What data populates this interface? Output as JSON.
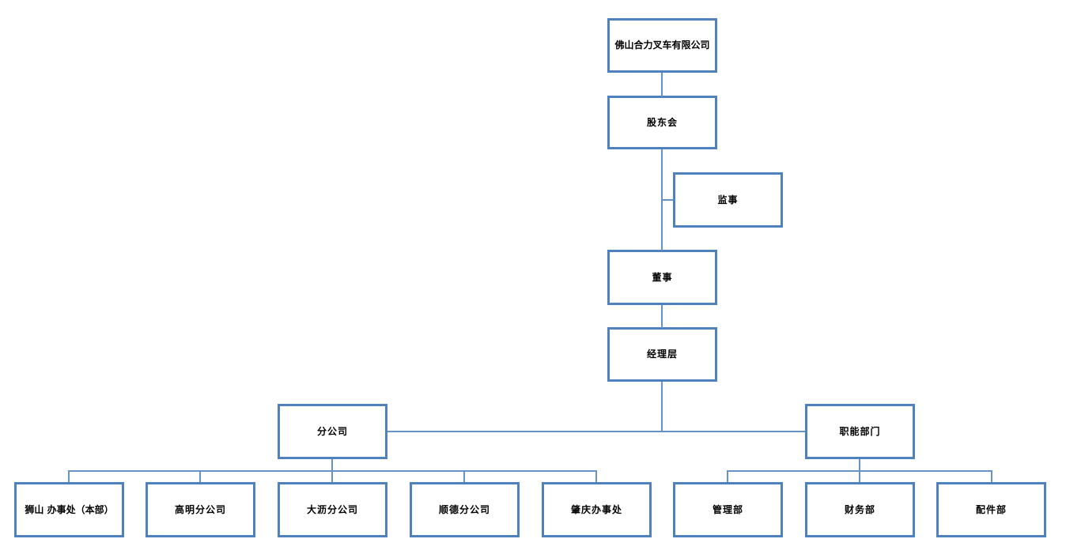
{
  "org_chart": {
    "type": "org-chart",
    "colors": {
      "box_border": "#4f81bd",
      "connector": "#6693c6",
      "text": "#000000",
      "background": "#ffffff"
    },
    "nodes": {
      "company": {
        "label": "佛山合力叉车有限公司"
      },
      "shareholders": {
        "label": "股东会"
      },
      "supervisor": {
        "label": "监事"
      },
      "director": {
        "label": "董事"
      },
      "management": {
        "label": "经理层"
      },
      "branch_group": {
        "label": "分公司"
      },
      "functional_group": {
        "label": "职能部门"
      }
    },
    "branch_children": [
      {
        "label": "狮山 办事处（本部）"
      },
      {
        "label": "高明分公司"
      },
      {
        "label": "大沥分公司"
      },
      {
        "label": "顺德分公司"
      },
      {
        "label": "肇庆办事处"
      }
    ],
    "functional_children": [
      {
        "label": "管理部"
      },
      {
        "label": "财务部"
      },
      {
        "label": "配件部"
      }
    ]
  }
}
